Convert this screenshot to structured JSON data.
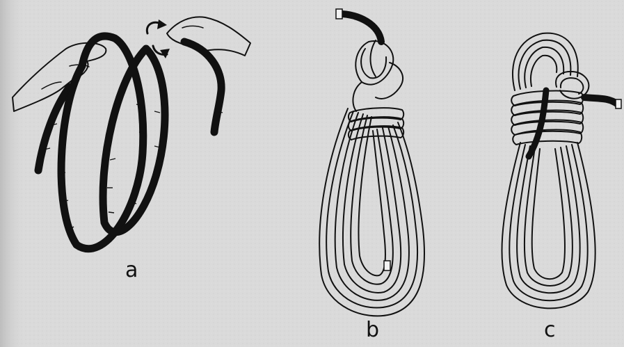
{
  "figure": {
    "panels": [
      {
        "id": "a",
        "label": "a",
        "description_icon": "rope-being-coiled-by-hands-icon"
      },
      {
        "id": "b",
        "label": "b",
        "description_icon": "rope-coil-tied-with-wraps-icon"
      },
      {
        "id": "c",
        "label": "c",
        "description_icon": "rope-coil-wrapped-and-finished-icon"
      }
    ],
    "colors": {
      "background": "#d9d9d9",
      "ink": "#111111"
    }
  }
}
